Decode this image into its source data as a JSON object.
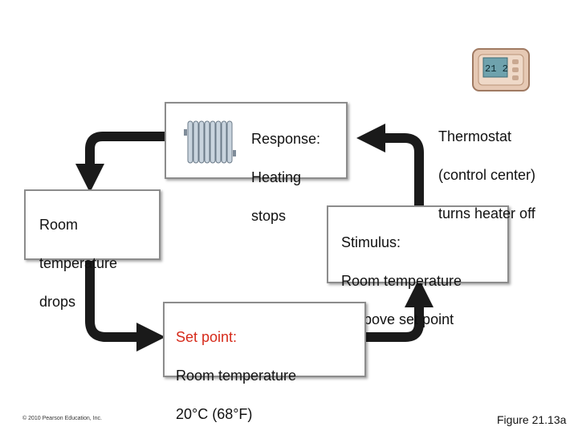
{
  "boxes": {
    "response": {
      "lines": [
        "Response:",
        "Heating",
        "stops"
      ]
    },
    "room_temperature_drops": {
      "lines": [
        "Room",
        "temperature",
        "drops"
      ]
    },
    "stimulus": {
      "lines": [
        "Stimulus:",
        "Room temperature",
        "is above set point"
      ]
    },
    "set_point": {
      "lines": [
        "Set point:",
        "Room temperature",
        "20°C (68°F)"
      ]
    }
  },
  "thermostat_label": {
    "lines": [
      "Thermostat",
      "(control center)",
      "turns heater off"
    ]
  },
  "thermostat_display": "21 2",
  "colors": {
    "set_point_title": "#d62a1a",
    "arrow": "#1a1a1a",
    "box_border": "#8c8c8c"
  },
  "icons": {
    "heater": "radiator-icon",
    "thermostat": "thermostat-icon"
  },
  "footer": {
    "figure": "Figure 21.13a",
    "copyright": "© 2010 Pearson Education, Inc."
  }
}
